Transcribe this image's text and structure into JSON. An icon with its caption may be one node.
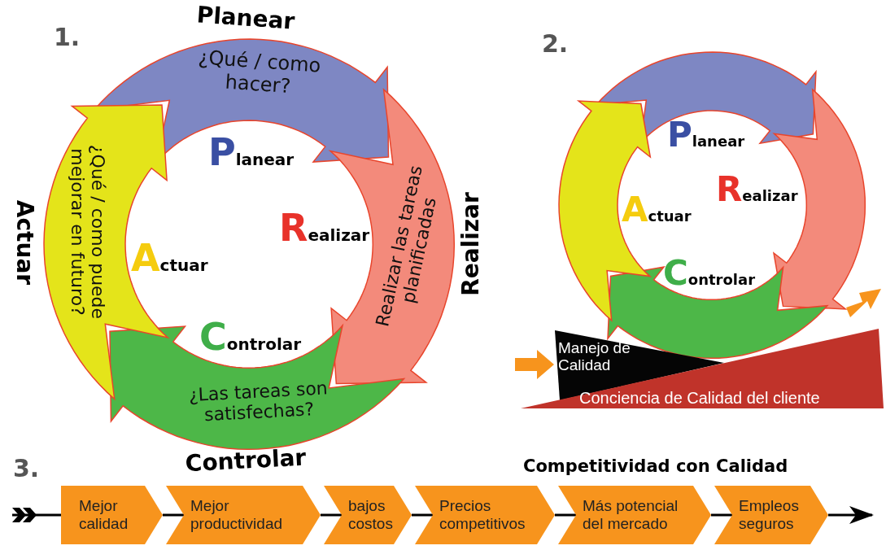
{
  "diagram": {
    "nodes": [
      {
        "text": [
          "¿Qué / como hacer?"
        ],
        "beside": [
          "Planear"
        ]
      },
      {
        "text": [
          "Realizar las tareas planificadas"
        ],
        "beside": [
          "Realizar"
        ]
      },
      {
        "text": [
          "¿Las tareas son satisfechas?"
        ],
        "beside": [
          "Controlar"
        ]
      },
      {
        "text": [
          "¿Qué / como puede mejorar en futuro?"
        ],
        "beside": [
          "Actuar"
        ]
      },
      {
        "text": [],
        "shape": "arrow"
      },
      {
        "text": [],
        "shape": "arrow"
      },
      {
        "text": [],
        "shape": "arrow"
      },
      {
        "text": [],
        "shape": "arrow"
      },
      {
        "text": [
          "Manejo de Calidad"
        ]
      },
      {
        "text": [
          "Conciencia de Calidad del cliente"
        ]
      },
      {
        "text": [
          "Mejor calidad"
        ]
      },
      {
        "text": [
          "Mejor productividad"
        ]
      },
      {
        "text": [
          "bajos costos"
        ]
      },
      {
        "text": [
          "Precios competitivos"
        ]
      },
      {
        "text": [
          "Más potencial del mercado"
        ]
      },
      {
        "text": [
          "Empleos seguros"
        ]
      }
    ],
    "edges": [
      {
        "from": null,
        "to": 10,
        "arrow": "other"
      },
      {
        "from": 10,
        "to": 11,
        "arrow": "none"
      },
      {
        "from": 11,
        "to": 12,
        "arrow": "none"
      },
      {
        "from": 12,
        "to": 13,
        "arrow": "none"
      },
      {
        "from": 13,
        "to": 14,
        "arrow": "none"
      },
      {
        "from": 14,
        "to": 15,
        "arrow": "none"
      },
      {
        "from": 15,
        "to": null,
        "arrow": "to"
      }
    ],
    "labels": [
      "1.",
      "Planear",
      "Realizar",
      "Actuar",
      "Controlar",
      "2.",
      "Planear",
      "Realizar",
      "Actuar",
      "Controlar",
      "3.",
      "Competitividad con Calidad"
    ]
  }
}
